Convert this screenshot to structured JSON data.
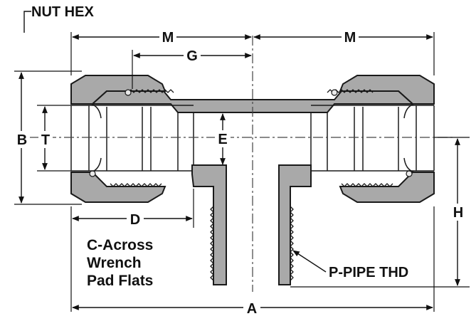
{
  "labels": {
    "nut_hex": "NUT HEX",
    "m_left": "M",
    "m_right": "M",
    "g": "G",
    "b": "B",
    "t": "T",
    "e": "E",
    "d": "D",
    "h": "H",
    "a": "A",
    "wrench_line1": "C-Across",
    "wrench_line2": "Wrench",
    "wrench_line3": "Pad Flats",
    "pipe_thread": "P-PIPE THD"
  },
  "colors": {
    "body_gray": "#a9a9a9",
    "outline": "#1a1a1a",
    "highlight": "#e8e8e8"
  }
}
